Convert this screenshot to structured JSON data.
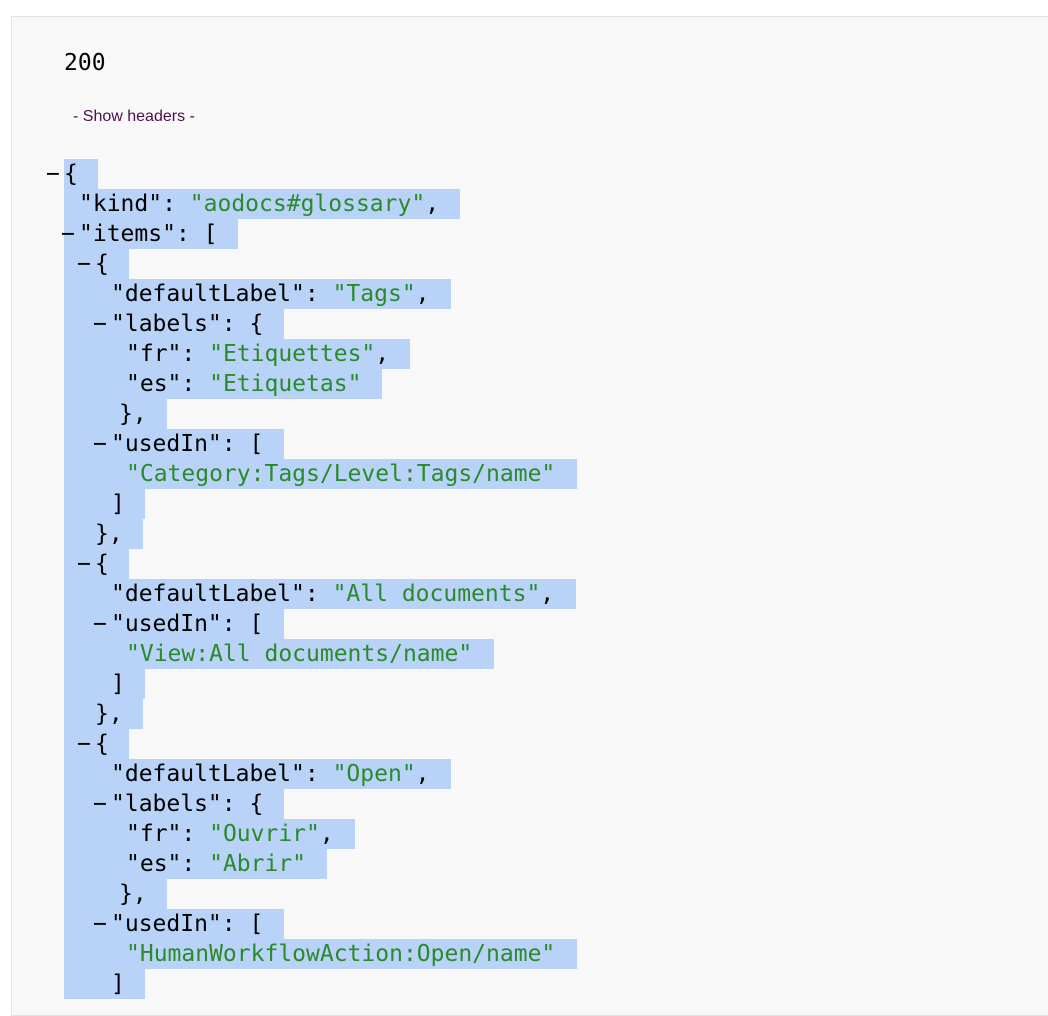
{
  "response": {
    "status_code": "200",
    "show_headers_label": "- Show headers -"
  },
  "json_lines": [
    {
      "toggle": "−",
      "parts": [
        [
          "p",
          "{"
        ]
      ]
    },
    {
      "toggle": "",
      "parts": [
        [
          "k",
          "\"kind\""
        ],
        [
          "p",
          ": "
        ],
        [
          "s",
          "\"aodocs#glossary\""
        ],
        [
          "p",
          ","
        ]
      ]
    },
    {
      "toggle": "−",
      "parts": [
        [
          "k",
          "\"items\""
        ],
        [
          "p",
          ": ["
        ]
      ]
    },
    {
      "toggle": "−",
      "parts": [
        [
          "p",
          "{"
        ]
      ]
    },
    {
      "toggle": "",
      "parts": [
        [
          "k",
          "\"defaultLabel\""
        ],
        [
          "p",
          ": "
        ],
        [
          "s",
          "\"Tags\""
        ],
        [
          "p",
          ","
        ]
      ]
    },
    {
      "toggle": "−",
      "parts": [
        [
          "k",
          "\"labels\""
        ],
        [
          "p",
          ": {"
        ]
      ]
    },
    {
      "toggle": "",
      "parts": [
        [
          "k",
          "\"fr\""
        ],
        [
          "p",
          ": "
        ],
        [
          "s",
          "\"Etiquettes\""
        ],
        [
          "p",
          ","
        ]
      ]
    },
    {
      "toggle": "",
      "parts": [
        [
          "k",
          "\"es\""
        ],
        [
          "p",
          ": "
        ],
        [
          "s",
          "\"Etiquetas\""
        ]
      ]
    },
    {
      "toggle": "",
      "parts": [
        [
          "p",
          "},"
        ]
      ]
    },
    {
      "toggle": "−",
      "parts": [
        [
          "k",
          "\"usedIn\""
        ],
        [
          "p",
          ": ["
        ]
      ]
    },
    {
      "toggle": "",
      "parts": [
        [
          "s",
          "\"Category:Tags/Level:Tags/name\""
        ]
      ]
    },
    {
      "toggle": "",
      "parts": [
        [
          "p",
          "]"
        ]
      ]
    },
    {
      "toggle": "",
      "parts": [
        [
          "p",
          "},"
        ]
      ]
    },
    {
      "toggle": "−",
      "parts": [
        [
          "p",
          "{"
        ]
      ]
    },
    {
      "toggle": "",
      "parts": [
        [
          "k",
          "\"defaultLabel\""
        ],
        [
          "p",
          ": "
        ],
        [
          "s",
          "\"All documents\""
        ],
        [
          "p",
          ","
        ]
      ]
    },
    {
      "toggle": "−",
      "parts": [
        [
          "k",
          "\"usedIn\""
        ],
        [
          "p",
          ": ["
        ]
      ]
    },
    {
      "toggle": "",
      "parts": [
        [
          "s",
          "\"View:All documents/name\""
        ]
      ]
    },
    {
      "toggle": "",
      "parts": [
        [
          "p",
          "]"
        ]
      ]
    },
    {
      "toggle": "",
      "parts": [
        [
          "p",
          "},"
        ]
      ]
    },
    {
      "toggle": "−",
      "parts": [
        [
          "p",
          "{"
        ]
      ]
    },
    {
      "toggle": "",
      "parts": [
        [
          "k",
          "\"defaultLabel\""
        ],
        [
          "p",
          ": "
        ],
        [
          "s",
          "\"Open\""
        ],
        [
          "p",
          ","
        ]
      ]
    },
    {
      "toggle": "−",
      "parts": [
        [
          "k",
          "\"labels\""
        ],
        [
          "p",
          ": {"
        ]
      ]
    },
    {
      "toggle": "",
      "parts": [
        [
          "k",
          "\"fr\""
        ],
        [
          "p",
          ": "
        ],
        [
          "s",
          "\"Ouvrir\""
        ],
        [
          "p",
          ","
        ]
      ]
    },
    {
      "toggle": "",
      "parts": [
        [
          "k",
          "\"es\""
        ],
        [
          "p",
          ": "
        ],
        [
          "s",
          "\"Abrir\""
        ]
      ]
    },
    {
      "toggle": "",
      "parts": [
        [
          "p",
          "},"
        ]
      ]
    },
    {
      "toggle": "−",
      "parts": [
        [
          "k",
          "\"usedIn\""
        ],
        [
          "p",
          ": ["
        ]
      ]
    },
    {
      "toggle": "",
      "parts": [
        [
          "s",
          "\"HumanWorkflowAction:Open/name\""
        ]
      ]
    },
    {
      "toggle": "",
      "parts": [
        [
          "p",
          "]"
        ]
      ]
    }
  ],
  "colors": {
    "string": "#2b8a2b",
    "selection": "#b8d3f7",
    "link": "#4b0f4b",
    "panel_bg": "#f8f8f8"
  }
}
